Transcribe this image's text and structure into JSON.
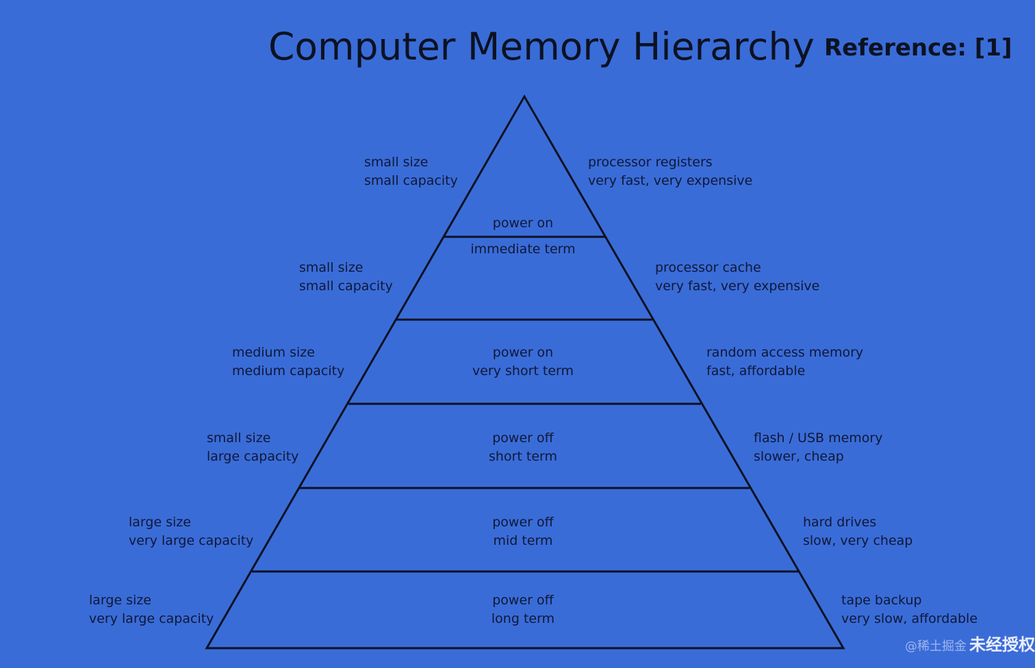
{
  "title": "Computer Memory Hierarchy",
  "reference": "Reference: [1]",
  "layers": [
    {
      "left": [
        "small size",
        "small capacity"
      ],
      "center": [
        "power on",
        "immediate term"
      ],
      "right": [
        "processor registers",
        "very fast, very expensive"
      ]
    },
    {
      "left": [
        "small size",
        "small capacity"
      ],
      "center": [],
      "right": [
        "processor cache",
        "very fast, very expensive"
      ]
    },
    {
      "left": [
        "medium size",
        "medium capacity"
      ],
      "center": [
        "power on",
        "very short term"
      ],
      "right": [
        "random access memory",
        "fast, affordable"
      ]
    },
    {
      "left": [
        "small size",
        "large capacity"
      ],
      "center": [
        "power off",
        "short term"
      ],
      "right": [
        "flash / USB memory",
        "slower, cheap"
      ]
    },
    {
      "left": [
        "large size",
        "very large capacity"
      ],
      "center": [
        "power off",
        "mid term"
      ],
      "right": [
        "hard drives",
        "slow, very cheap"
      ]
    },
    {
      "left": [
        "large size",
        "very large capacity"
      ],
      "center": [
        "power off",
        "long term"
      ],
      "right": [
        "tape backup",
        "very slow, affordable"
      ]
    }
  ],
  "watermark": {
    "handle": "@稀土掘金",
    "stamp": "未经授权"
  },
  "colors": {
    "background": "#3a6cd8",
    "lines": "#0c1222"
  }
}
